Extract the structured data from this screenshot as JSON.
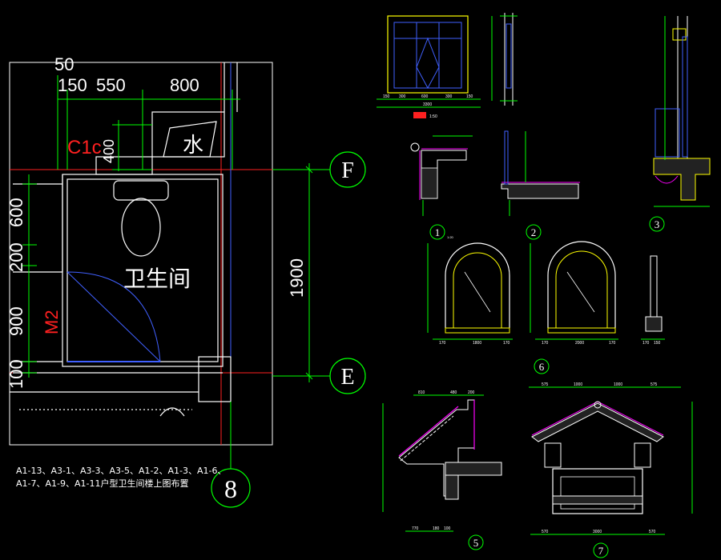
{
  "plan": {
    "dims_top": [
      "50",
      "150",
      "550",
      "800"
    ],
    "dims_left": [
      "600",
      "200",
      "900",
      "100"
    ],
    "dim_right": "1900",
    "room_label": "卫生间",
    "window_tag": "C1c",
    "window_dim": "400",
    "water_label": "水",
    "door_tag": "M2",
    "axis_f": "F",
    "axis_e": "E",
    "axis_8": "8",
    "caption_line1": "A1-13、A3-1、A3-3、A3-5、A1-2、A1-3、A1-6、",
    "caption_line2": "A1-7、A1-9、A1-11户型卫生间楼上图布置"
  },
  "details": {
    "window_dims": [
      "150",
      "300",
      "600",
      "300",
      "150"
    ],
    "window_total": "3300",
    "window_caption": "1:50",
    "detail_1": "1",
    "detail_2": "2",
    "detail_3": "3",
    "detail_5": "5",
    "detail_6": "6",
    "detail_7": "7",
    "scale": "1:20",
    "arch_dims_a": [
      "170",
      "1800",
      "170"
    ],
    "arch_dims_b": [
      "170",
      "2000",
      "170"
    ],
    "arch_dims_c": [
      "170",
      "150"
    ],
    "roof7_dims": [
      "575",
      "1000",
      "1000",
      "575"
    ],
    "roof7_bottom": [
      "570",
      "3000",
      "570"
    ],
    "roof5_dims": [
      "810",
      "480",
      "200"
    ],
    "roof5_bottom": [
      "770",
      "180",
      "100"
    ]
  },
  "colors": {
    "background": "#000000",
    "yellow": "#ffff00",
    "green": "#00ff00",
    "red": "#ff2020",
    "blue": "#4060ff",
    "magenta": "#ff00ff",
    "white": "#ffffff"
  }
}
